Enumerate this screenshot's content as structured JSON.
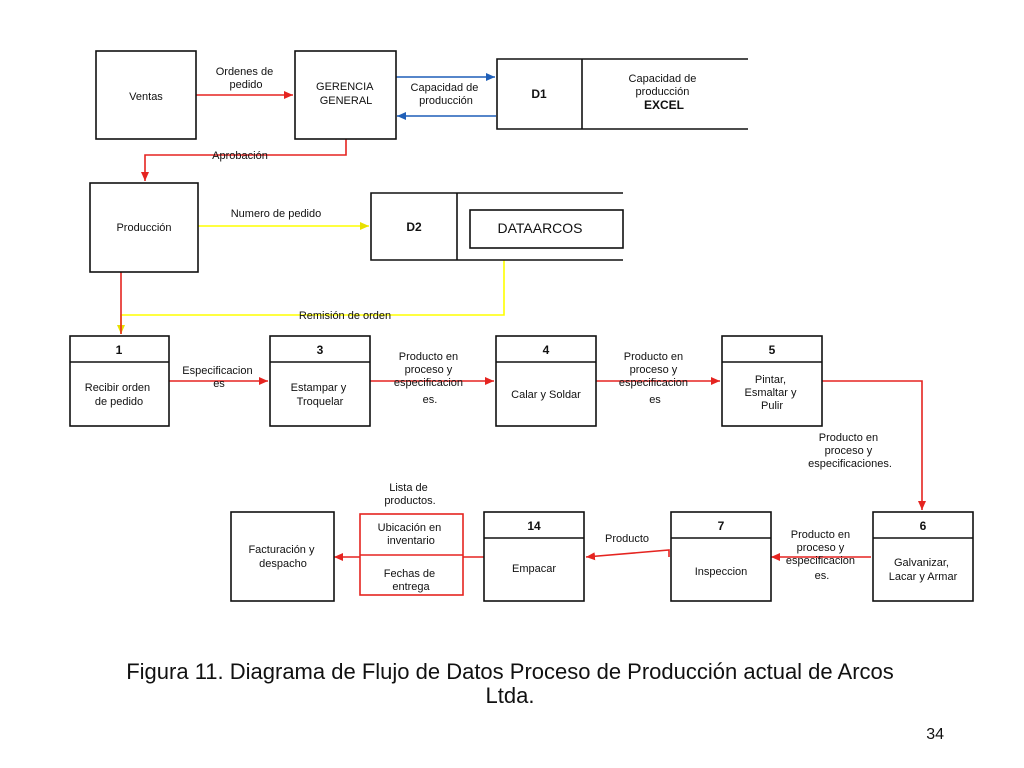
{
  "entities": {
    "ventas": "Ventas",
    "gerencia": [
      "GERENCIA",
      "GENERAL"
    ],
    "produccion": "Producción",
    "facturacion": [
      "Facturación y",
      "despacho"
    ]
  },
  "stores": {
    "d1": {
      "id": "D1",
      "label": [
        "Capacidad de",
        "producción",
        "EXCEL"
      ]
    },
    "d2": {
      "id": "D2",
      "label": "DATAARCOS"
    }
  },
  "processes": [
    {
      "number": "1",
      "label": [
        "Recibir orden",
        "de pedido"
      ]
    },
    {
      "number": "3",
      "label": [
        "Estampar y",
        "Troquelar"
      ]
    },
    {
      "number": "4",
      "label": [
        "Calar y Soldar"
      ]
    },
    {
      "number": "5",
      "label": [
        "Pintar,",
        "Esmaltar y",
        "Pulir"
      ]
    },
    {
      "number": "6",
      "label": [
        "Galvanizar,",
        "Lacar y Armar"
      ]
    },
    {
      "number": "7",
      "label": [
        "Inspeccion"
      ]
    },
    {
      "number": "14",
      "label": [
        "Empacar"
      ]
    }
  ],
  "flows": {
    "ordenes": [
      "Ordenes de",
      "pedido"
    ],
    "capacidad": [
      "Capacidad de",
      "producción"
    ],
    "aprobacion": "Aprobación",
    "numero_pedido": "Numero de pedido",
    "remision": "Remisión de orden",
    "especificaciones": [
      "Especificacion",
      "es"
    ],
    "prod_3_4": [
      "Producto en",
      "proceso y",
      "especificacion",
      "es."
    ],
    "prod_4_5": [
      "Producto en",
      "proceso y",
      "especificacion",
      "es"
    ],
    "prod_5_6": [
      "Producto en",
      "proceso y",
      "especificaciones."
    ],
    "prod_6_7": [
      "Producto en",
      "proceso y",
      "especificacion",
      "es."
    ],
    "producto": "Producto",
    "lista": [
      "Lista de",
      "productos."
    ],
    "ubicacion": [
      "Ubicación en",
      "inventario"
    ],
    "fechas": [
      "Fechas de",
      "entrega"
    ]
  },
  "caption": [
    "Figura 11. Diagrama de Flujo de Datos Proceso de Producción actual de Arcos",
    "Ltda."
  ],
  "page_number": "34",
  "colors": {
    "red": "#e52420",
    "yellow": "#ffff00",
    "blue": "#1f5fb8",
    "line": "#111111"
  }
}
